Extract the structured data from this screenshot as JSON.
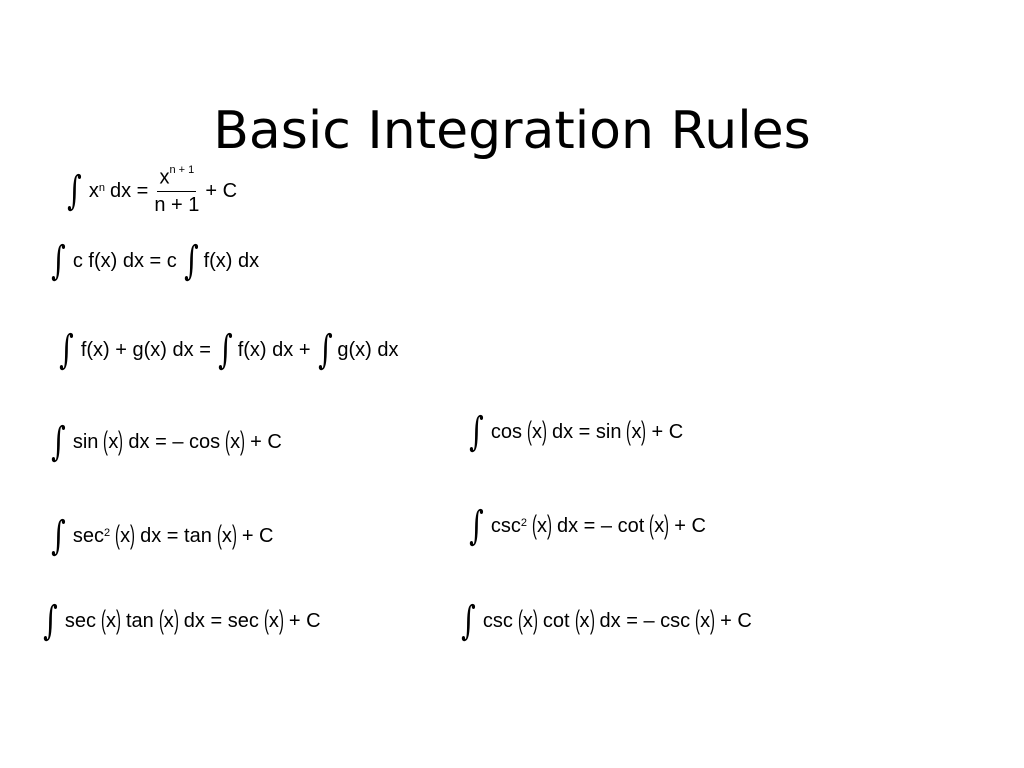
{
  "slide": {
    "title": "Basic Integration Rules"
  },
  "integral_symbol": "∫",
  "formulas": {
    "power": {
      "base": "x",
      "exp": "n",
      "mid": "dx =",
      "num_base": "x",
      "num_exp": "n + 1",
      "den": "n + 1",
      "tail": "+ C"
    },
    "constant_multiple": {
      "left": "c f(x) dx = c",
      "right": "f(x) dx"
    },
    "sum": {
      "a": "f(x) + g(x) dx =",
      "b": "f(x) dx +",
      "c": "g(x) dx"
    },
    "sin": {
      "t1": "sin",
      "arg": "x",
      "t2": "dx = – cos",
      "t3": "+ C"
    },
    "cos": {
      "t1": "cos",
      "arg": "x",
      "t2": "dx = sin",
      "t3": "+ C"
    },
    "sec2": {
      "t1": "sec",
      "exp": "2",
      "arg": "x",
      "t2": "dx = tan",
      "t3": "+ C"
    },
    "csc2": {
      "t1": "csc",
      "exp": "2",
      "arg": "x",
      "t2": "dx = – cot",
      "t3": "+ C"
    },
    "sectan": {
      "t1": "sec",
      "arg": "x",
      "t2": "tan",
      "t3": "dx = sec",
      "t4": "+ C"
    },
    "csccot": {
      "t1": "csc",
      "arg": "x",
      "t2": "cot",
      "t3": "dx = – csc",
      "t4": "+ C"
    }
  }
}
